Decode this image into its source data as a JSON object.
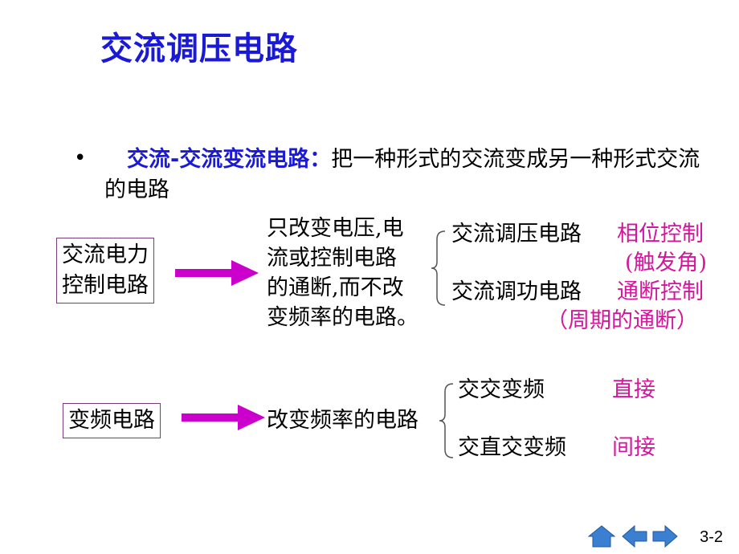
{
  "title": "交流调压电路",
  "bullet": {
    "highlight": "交流-交流变流电路：",
    "text": "把一种形式的交流变成另一种形式交流的电路"
  },
  "section1": {
    "box_line1": "交流电力",
    "box_line2": "控制电路",
    "desc": [
      "只改变电压,电",
      "流或控制电路",
      "的通断,而不改",
      "变频率的电路。"
    ],
    "items": [
      {
        "name": "交流调压电路",
        "method": "相位控制",
        "note": "(触发角)"
      },
      {
        "name": "交流调功电路",
        "method": "通断控制",
        "note": "（周期的通断）"
      }
    ]
  },
  "section2": {
    "box": "变频电路",
    "desc": "改变频率的电路",
    "items": [
      {
        "name": "交交变频",
        "method": "直接"
      },
      {
        "name": "交直交变频",
        "method": "间接"
      }
    ]
  },
  "page_number": "3-2",
  "colors": {
    "title": "#1a1ad6",
    "accent": "#d4169a",
    "arrow": "#cc00cc",
    "nav": "#3a7fd0"
  }
}
